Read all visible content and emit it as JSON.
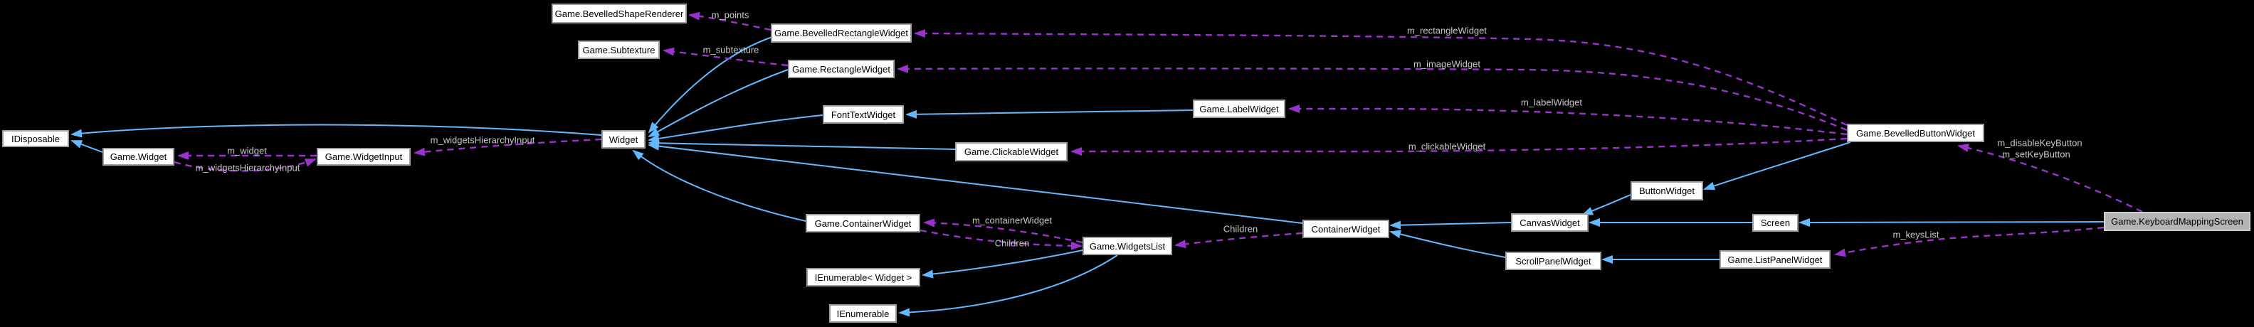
{
  "diagram": {
    "type": "doxygen-collaboration-graph",
    "focus_node": "Game.KeyboardMappingScreen",
    "colors": {
      "background": "#000000",
      "inheritance_edge": "#63b8ff",
      "usage_edge": "#9a32cd",
      "node_fill": "#ffffff",
      "node_border": "#9e9e9e",
      "node_text": "#000000",
      "highlight_fill": "#b4b4b4",
      "edge_label_text": "#c8c8c8"
    },
    "nodes": {
      "bevelled_shape_renderer": {
        "label": "Game.BevelledShapeRenderer"
      },
      "subtexture": {
        "label": "Game.Subtexture"
      },
      "bevelled_rectangle_widget": {
        "label": "Game.BevelledRectangleWidget"
      },
      "rectangle_widget": {
        "label": "Game.RectangleWidget"
      },
      "font_text_widget": {
        "label": "FontTextWidget"
      },
      "widget": {
        "label": "Widget"
      },
      "idisposable": {
        "label": "IDisposable"
      },
      "game_widget": {
        "label": "Game.Widget"
      },
      "game_widget_input": {
        "label": "Game.WidgetInput"
      },
      "label_widget": {
        "label": "Game.LabelWidget"
      },
      "clickable_widget": {
        "label": "Game.ClickableWidget"
      },
      "game_container_widget": {
        "label": "Game.ContainerWidget"
      },
      "widgets_list": {
        "label": "Game.WidgetsList"
      },
      "ienumerable_widget": {
        "label": "IEnumerable< Widget >"
      },
      "ienumerable": {
        "label": "IEnumerable"
      },
      "container_widget": {
        "label": "ContainerWidget"
      },
      "canvas_widget": {
        "label": "CanvasWidget"
      },
      "button_widget": {
        "label": "ButtonWidget"
      },
      "scroll_panel_widget": {
        "label": "ScrollPanelWidget"
      },
      "screen": {
        "label": "Screen"
      },
      "list_panel_widget": {
        "label": "Game.ListPanelWidget"
      },
      "bevelled_button_widget": {
        "label": "Game.BevelledButtonWidget"
      },
      "keyboard_mapping_screen": {
        "label": "Game.KeyboardMappingScreen"
      }
    },
    "edge_labels": {
      "m_points": "m_points",
      "m_subtexture": "m_subtexture",
      "m_rectangle_widget": "m_rectangleWidget",
      "m_image_widget": "m_imageWidget",
      "m_label_widget": "m_labelWidget",
      "m_clickable_widget": "m_clickableWidget",
      "m_widget": "m_widget",
      "m_widgets_hierarchy_input": "m_widgetsHierarchyInput",
      "m_container_widget": "m_containerWidget",
      "children": "Children",
      "m_keys_list": "m_keysList",
      "m_disable_key_button": "m_disableKeyButton",
      "m_set_key_button": "m_setKeyButton"
    },
    "edges": [
      {
        "kind": "inheritance",
        "from": "Game.BevelledRectangleWidget",
        "to": "Widget"
      },
      {
        "kind": "inheritance",
        "from": "Game.RectangleWidget",
        "to": "Widget"
      },
      {
        "kind": "inheritance",
        "from": "FontTextWidget",
        "to": "Widget"
      },
      {
        "kind": "inheritance",
        "from": "Game.ClickableWidget",
        "to": "Widget"
      },
      {
        "kind": "inheritance",
        "from": "ContainerWidget",
        "to": "Widget"
      },
      {
        "kind": "inheritance",
        "from": "Game.ContainerWidget",
        "to": "Widget"
      },
      {
        "kind": "inheritance",
        "from": "Widget",
        "to": "IDisposable"
      },
      {
        "kind": "inheritance",
        "from": "Game.Widget",
        "to": "IDisposable"
      },
      {
        "kind": "inheritance",
        "from": "Game.LabelWidget",
        "to": "FontTextWidget"
      },
      {
        "kind": "inheritance",
        "from": "Game.WidgetsList",
        "to": "IEnumerable< Widget >"
      },
      {
        "kind": "inheritance",
        "from": "Game.WidgetsList",
        "to": "IEnumerable"
      },
      {
        "kind": "inheritance",
        "from": "CanvasWidget",
        "to": "ContainerWidget"
      },
      {
        "kind": "inheritance",
        "from": "ScrollPanelWidget",
        "to": "ContainerWidget"
      },
      {
        "kind": "inheritance",
        "from": "ButtonWidget",
        "to": "CanvasWidget"
      },
      {
        "kind": "inheritance",
        "from": "Screen",
        "to": "CanvasWidget"
      },
      {
        "kind": "inheritance",
        "from": "Game.ListPanelWidget",
        "to": "ScrollPanelWidget"
      },
      {
        "kind": "inheritance",
        "from": "Game.BevelledButtonWidget",
        "to": "ButtonWidget"
      },
      {
        "kind": "inheritance",
        "from": "Game.KeyboardMappingScreen",
        "to": "Screen"
      },
      {
        "kind": "usage",
        "from": "Game.BevelledRectangleWidget",
        "to": "Game.BevelledShapeRenderer",
        "label": "m_points"
      },
      {
        "kind": "usage",
        "from": "Game.RectangleWidget",
        "to": "Game.Subtexture",
        "label": "m_subtexture"
      },
      {
        "kind": "usage",
        "from": "Game.BevelledButtonWidget",
        "to": "Game.BevelledRectangleWidget",
        "label": "m_rectangleWidget"
      },
      {
        "kind": "usage",
        "from": "Game.BevelledButtonWidget",
        "to": "Game.RectangleWidget",
        "label": "m_imageWidget"
      },
      {
        "kind": "usage",
        "from": "Game.BevelledButtonWidget",
        "to": "Game.LabelWidget",
        "label": "m_labelWidget"
      },
      {
        "kind": "usage",
        "from": "Game.BevelledButtonWidget",
        "to": "Game.ClickableWidget",
        "label": "m_clickableWidget"
      },
      {
        "kind": "usage",
        "from": "Game.KeyboardMappingScreen",
        "to": "Game.BevelledButtonWidget",
        "label": "m_disableKeyButton m_setKeyButton"
      },
      {
        "kind": "usage",
        "from": "Game.KeyboardMappingScreen",
        "to": "Game.ListPanelWidget",
        "label": "m_keysList"
      },
      {
        "kind": "usage",
        "from": "ContainerWidget",
        "to": "Game.WidgetsList",
        "label": "Children"
      },
      {
        "kind": "usage",
        "from": "Game.WidgetsList",
        "to": "Game.ContainerWidget",
        "label": "m_containerWidget"
      },
      {
        "kind": "usage",
        "from": "Game.ContainerWidget",
        "to": "Game.WidgetsList",
        "label": "Children"
      },
      {
        "kind": "usage",
        "from": "Game.WidgetInput",
        "to": "Game.Widget",
        "label": "m_widget"
      },
      {
        "kind": "usage",
        "from": "Game.Widget",
        "to": "Game.WidgetInput",
        "label": "m_widgetsHierarchyInput"
      },
      {
        "kind": "usage",
        "from": "Widget",
        "to": "Game.WidgetInput",
        "label": "m_widgetsHierarchyInput"
      }
    ]
  }
}
